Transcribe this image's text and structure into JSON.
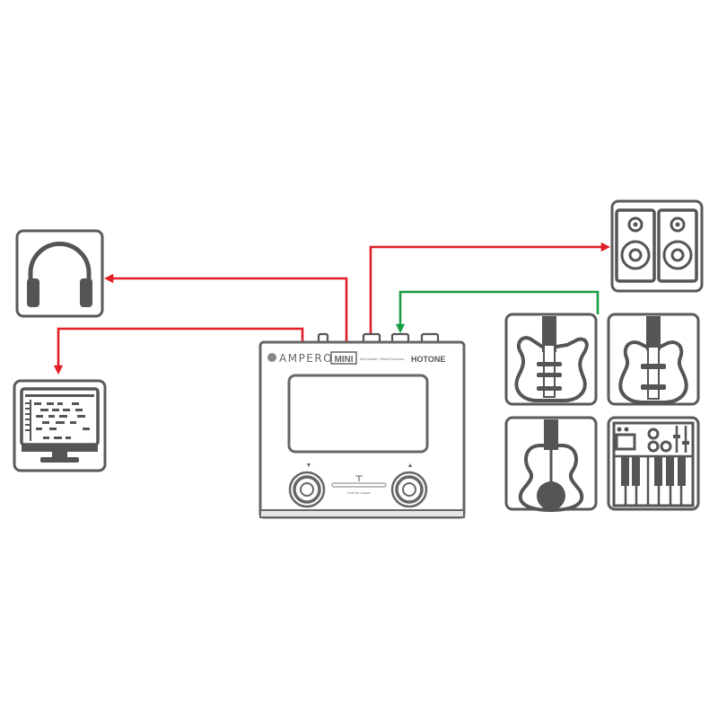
{
  "device": {
    "brand": "AMPERO",
    "model": "MINI",
    "subtitle": "Amp Modeler / Effects Processor",
    "maker": "HOTONE",
    "tap_label": "hold for looper",
    "left_footswitch_arrow": "▼",
    "right_footswitch_arrow": "▲"
  },
  "devices": [
    {
      "id": "headphones",
      "icon": "headphones-icon"
    },
    {
      "id": "computer",
      "icon": "computer-daw-icon"
    },
    {
      "id": "monitors",
      "icon": "studio-monitors-icon"
    },
    {
      "id": "electric-guitar",
      "icon": "electric-guitar-icon"
    },
    {
      "id": "bass-guitar",
      "icon": "bass-guitar-icon"
    },
    {
      "id": "acoustic-guitar",
      "icon": "acoustic-guitar-icon"
    },
    {
      "id": "synth",
      "icon": "keyboard-synth-icon"
    }
  ],
  "connections": [
    {
      "from": "device",
      "to": "headphones",
      "type": "output"
    },
    {
      "from": "device",
      "to": "computer",
      "type": "output"
    },
    {
      "from": "device",
      "to": "monitors",
      "type": "output"
    },
    {
      "from": "instruments",
      "to": "device",
      "type": "input"
    }
  ],
  "colors": {
    "output": "#e01f26",
    "input": "#1a9e44",
    "outline": "#5a5a5a",
    "fill_dark": "#555555"
  }
}
